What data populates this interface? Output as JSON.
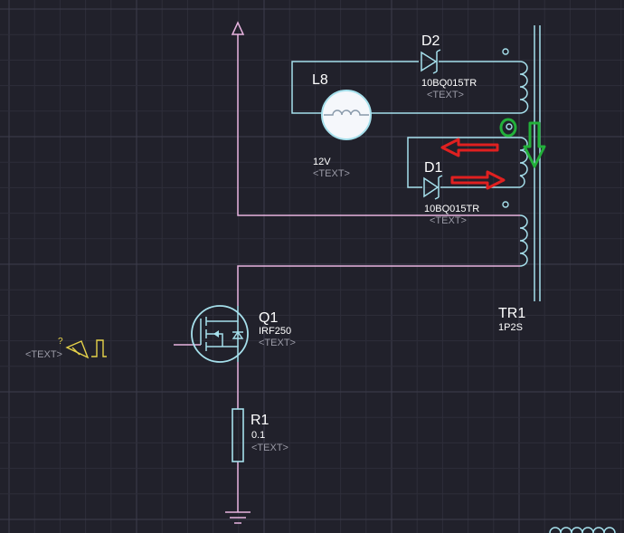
{
  "components": {
    "D2": {
      "ref": "D2",
      "value": "10BQ015TR",
      "text": "<TEXT>"
    },
    "D1": {
      "ref": "D1",
      "value": "10BQ015TR",
      "text": "<TEXT>"
    },
    "L8": {
      "ref": "L8",
      "value": "12V",
      "text": "<TEXT>"
    },
    "Q1": {
      "ref": "Q1",
      "value": "IRF250",
      "text": "<TEXT>"
    },
    "R1": {
      "ref": "R1",
      "value": "0.1",
      "text": "<TEXT>"
    },
    "TR1": {
      "ref": "TR1",
      "value": "1P2S"
    }
  },
  "source": {
    "text": "<TEXT>",
    "marker": "?"
  },
  "colors": {
    "background": "#21212b",
    "grid_minor": "#2e2e3a",
    "grid_major": "#3d3d4c",
    "wire_pink": "#e8b4e0",
    "wire_cyan": "#a6e0ec",
    "annotation_red": "#e02020",
    "annotation_green": "#22b03a",
    "source_yellow": "#e6d24a"
  }
}
